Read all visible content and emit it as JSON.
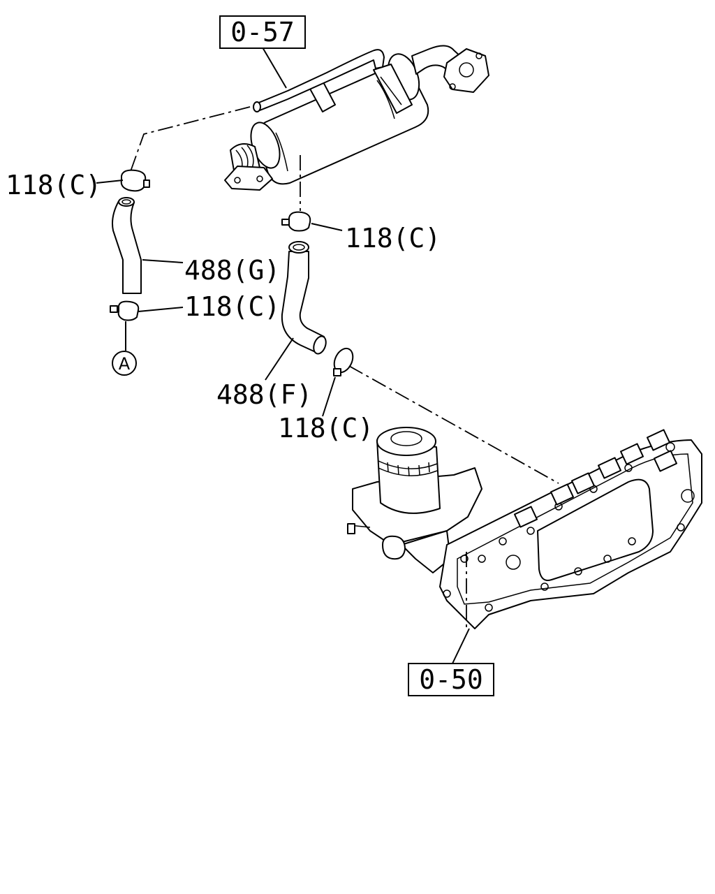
{
  "diagram": {
    "refs": {
      "egr_cooler": "0-57",
      "oil_cooler": "0-50"
    },
    "labels": {
      "clamp_top_left": "118(C)",
      "clamp_top_right": "118(C)",
      "hose_g": "488(G)",
      "clamp_bottom_left": "118(C)",
      "hose_f": "488(F)",
      "clamp_bottom_right": "118(C)"
    },
    "connector": "A"
  }
}
